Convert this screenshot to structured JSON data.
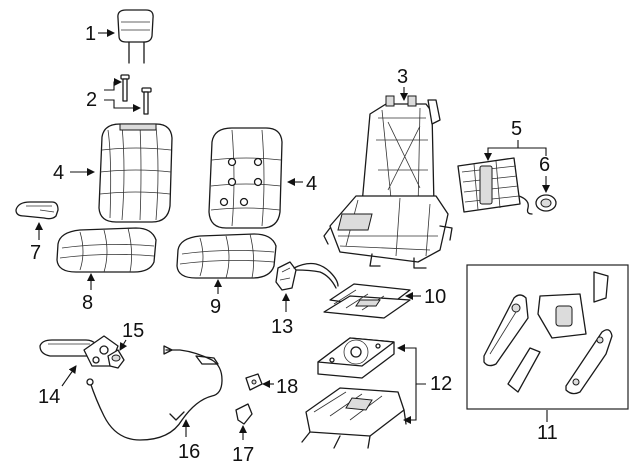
{
  "labels": {
    "l1": "1",
    "l2": "2",
    "l3": "3",
    "l4a": "4",
    "l4b": "4",
    "l5": "5",
    "l6": "6",
    "l7": "7",
    "l8": "8",
    "l9": "9",
    "l10": "10",
    "l11": "11",
    "l12": "12",
    "l13": "13",
    "l14": "14",
    "l15": "15",
    "l16": "16",
    "l17": "17",
    "l18": "18"
  }
}
